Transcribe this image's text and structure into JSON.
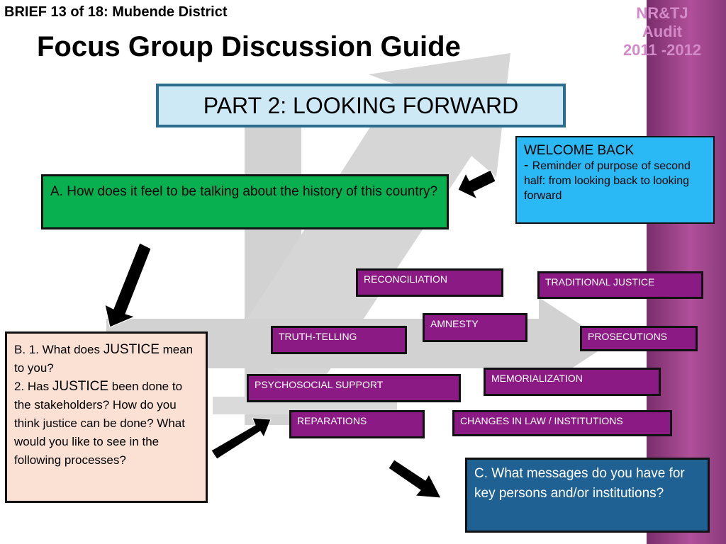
{
  "header": {
    "brief": "BRIEF 13 of 18: Mubende District",
    "title": "Focus Group Discussion Guide",
    "audit_line1": "NR&TJ",
    "audit_line2": "Audit",
    "audit_line3": "2011 -2012"
  },
  "part": {
    "label": "PART 2: LOOKING FORWARD"
  },
  "welcome": {
    "heading": "WELCOME BACK",
    "dash": "- ",
    "body": "Reminder of purpose of second half: from looking back to looking forward"
  },
  "boxA": {
    "text": "A. How does it feel to be talking about the history of this country?"
  },
  "boxB": {
    "q1_prefix": "B. 1. What does ",
    "q1_keyword": "JUSTICE",
    "q1_suffix": " mean to you?",
    "q2_prefix": "2. Has ",
    "q2_keyword": "JUSTICE",
    "q2_suffix": " been done to the stakeholders? How do you think justice can be done? What would you like to see in the following processes?"
  },
  "boxC": {
    "text": "C. What messages do you have for key persons and/or institutions?"
  },
  "processes": {
    "reconciliation": "RECONCILIATION",
    "traditional_justice": "TRADITIONAL JUSTICE",
    "amnesty": "AMNESTY",
    "truth_telling": "TRUTH-TELLING",
    "prosecutions": "PROSECUTIONS",
    "memorialization": "MEMORIALIZATION",
    "psychosocial_support": "PSYCHOSOCIAL SUPPORT",
    "reparations": "REPARATIONS",
    "changes_in_law": "CHANGES IN LAW / INSTITUTIONS"
  },
  "colors": {
    "process_fill": "#8b1a84",
    "box_a_fill": "#09b050",
    "box_b_fill": "#fbe0d4",
    "box_c_fill": "#1f6192",
    "welcome_fill": "#2bb9f5",
    "part_fill": "#cde9f6",
    "audit_text": "#d48ac8",
    "sidebar": "#a0458e"
  }
}
